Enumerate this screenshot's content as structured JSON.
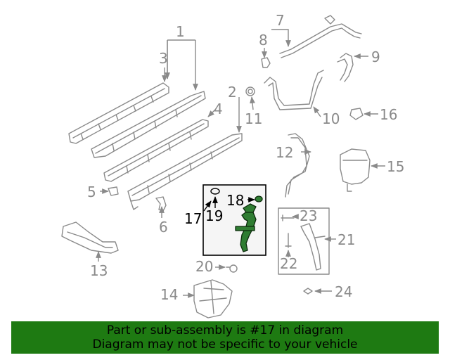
{
  "callouts": {
    "c1": "1",
    "c2": "2",
    "c3": "3",
    "c4": "4",
    "c5": "5",
    "c6": "6",
    "c7": "7",
    "c8": "8",
    "c9": "9",
    "c10": "10",
    "c11": "11",
    "c12": "12",
    "c13": "13",
    "c14": "14",
    "c15": "15",
    "c16": "16",
    "c17": "17",
    "c18": "18",
    "c19": "19",
    "c20": "20",
    "c21": "21",
    "c22": "22",
    "c23": "23",
    "c24": "24"
  },
  "highlighted_part": "17",
  "colors": {
    "highlight": "#2f7d32",
    "banner": "#1e7a12",
    "line_art": "#8a8a8a"
  },
  "banner": {
    "line1": "Part or sub-assembly is #17 in diagram",
    "line2": "Diagram may not be specific to your vehicle"
  }
}
